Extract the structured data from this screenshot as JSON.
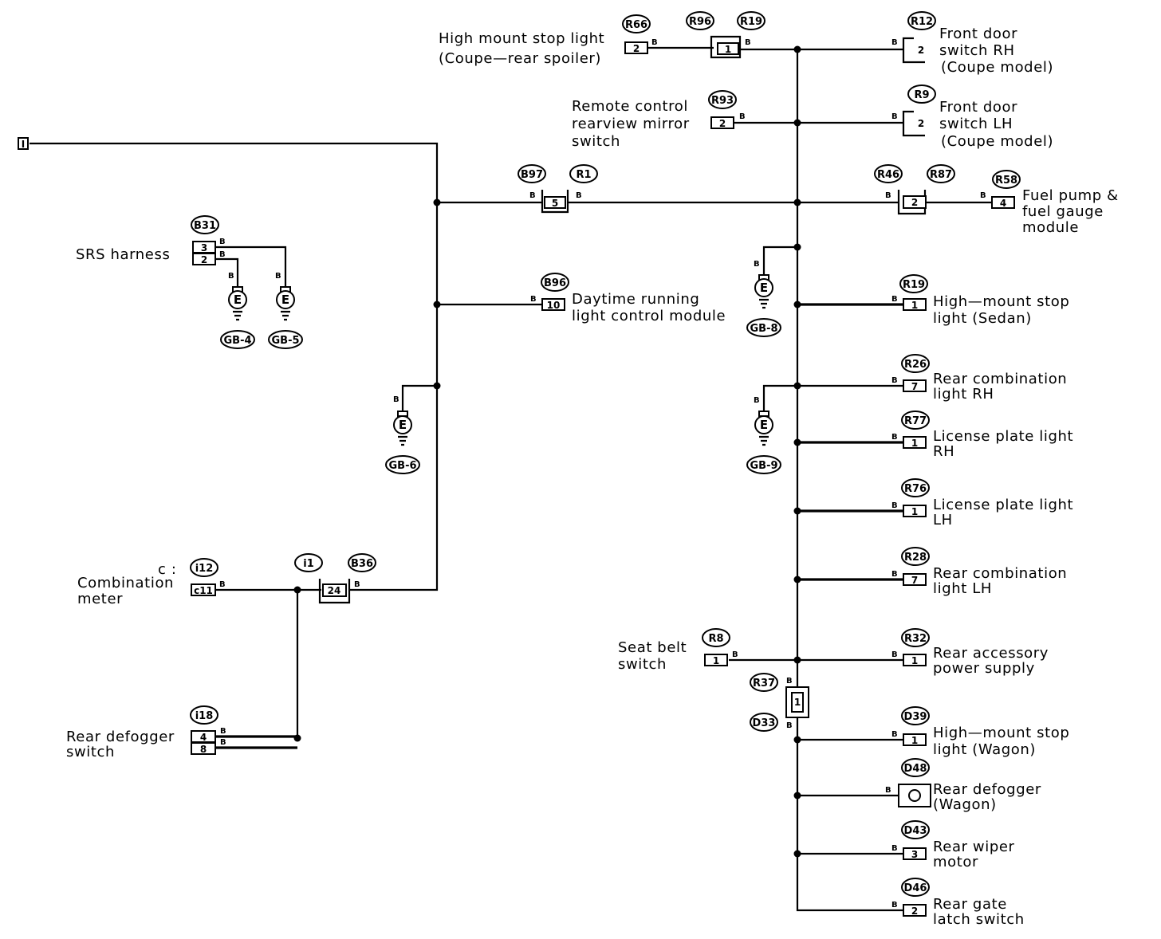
{
  "components": {
    "high_mount_coupe": [
      "High mount stop light",
      "(Coupe—rear spoiler)"
    ],
    "front_door_rh": [
      "Front door",
      "switch RH",
      "(Coupe model)"
    ],
    "remote_mirror": [
      "Remote control",
      "rearview mirror",
      "switch"
    ],
    "front_door_lh": [
      "Front door",
      "switch LH",
      "(Coupe model)"
    ],
    "fuel_pump": [
      "Fuel pump &",
      "fuel gauge",
      "module"
    ],
    "srs_harness": [
      "SRS harness"
    ],
    "drl_module": [
      "Daytime running",
      "light control module"
    ],
    "high_mount_sedan": [
      "High—mount stop",
      "light (Sedan)"
    ],
    "rear_combo_rh": [
      "Rear combination",
      "light RH"
    ],
    "license_rh": [
      "License plate light",
      "RH"
    ],
    "license_lh": [
      "License plate light",
      "LH"
    ],
    "rear_combo_lh": [
      "Rear combination",
      "light LH"
    ],
    "combination_meter": [
      "Combination",
      "meter"
    ],
    "seat_belt": [
      "Seat belt",
      "switch"
    ],
    "rear_accessory": [
      "Rear accessory",
      "power supply"
    ],
    "rear_defogger_switch": [
      "Rear defogger",
      "switch"
    ],
    "high_mount_wagon": [
      "High—mount stop",
      "light (Wagon)"
    ],
    "rear_defogger_wagon": [
      "Rear defogger",
      "(Wagon)"
    ],
    "rear_wiper": [
      "Rear wiper",
      "motor"
    ],
    "rear_gate": [
      "Rear gate",
      "latch switch"
    ],
    "meter_prefix": "c :"
  },
  "connectors": {
    "r66": "R66",
    "r96": "R96",
    "r19a": "R19",
    "r12": "R12",
    "r93": "R93",
    "r9": "R9",
    "b97": "B97",
    "r1": "R1",
    "r46": "R46",
    "r87": "R87",
    "r58": "R58",
    "b31": "B31",
    "b96": "B96",
    "r19b": "R19",
    "r26": "R26",
    "r77": "R77",
    "r76": "R76",
    "r28": "R28",
    "i12": "i12",
    "i1": "i1",
    "b36": "B36",
    "r8": "R8",
    "r32": "R32",
    "r37": "R37",
    "d33": "D33",
    "i18": "i18",
    "d39": "D39",
    "d48": "D48",
    "d43": "D43",
    "d46": "D46"
  },
  "grounds": {
    "gb4": "GB-4",
    "gb5": "GB-5",
    "gb6": "GB-6",
    "gb8": "GB-8",
    "gb9": "GB-9"
  },
  "pins": {
    "r66": "2",
    "r96": "1",
    "r12": "2",
    "r93": "2",
    "r9": "2",
    "r1": "5",
    "r87": "2",
    "r58": "4",
    "b31a": "3",
    "b31b": "2",
    "b96": "10",
    "r19": "1",
    "r26": "7",
    "r77": "1",
    "r76": "1",
    "r28": "7",
    "i12": "c11",
    "i1": "24",
    "r8": "1",
    "r32": "1",
    "r37": "1",
    "i18a": "4",
    "i18b": "8",
    "d39": "1",
    "d43": "3",
    "d46": "2"
  },
  "wire_color": "B",
  "ground_symbol": "E",
  "left_terminal": "I"
}
